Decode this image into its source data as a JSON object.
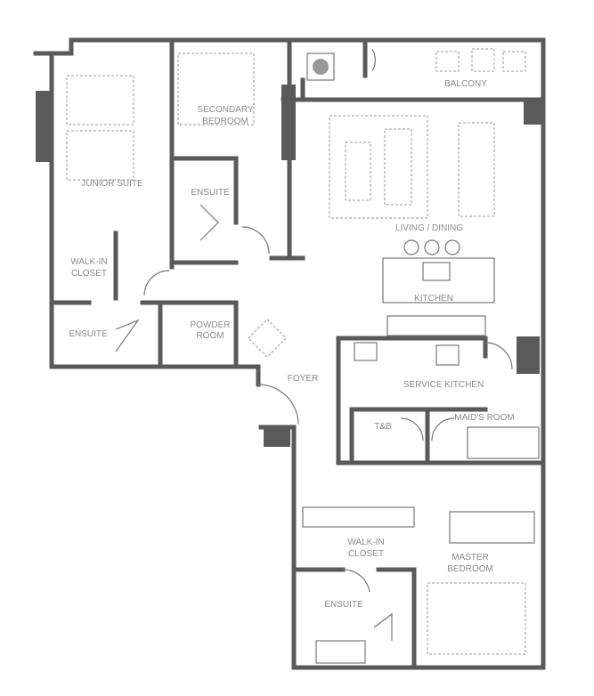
{
  "plan": {
    "rooms": {
      "junior_suite": "JUNIOR SUITE",
      "secondary_bedroom_1": "SECONDARY",
      "secondary_bedroom_2": "BEDROOM",
      "ensuite_secondary": "ENSUITE",
      "walk_in_closet_junior_1": "WALK-IN",
      "walk_in_closet_junior_2": "CLOSET",
      "ensuite_junior": "ENSUITE",
      "powder_room_1": "POWDER",
      "powder_room_2": "ROOM",
      "balcony": "BALCONY",
      "living_dining": "LIVING / DINING",
      "kitchen": "KITCHEN",
      "foyer": "FOYER",
      "service_kitchen": "SERVICE KITCHEN",
      "tnb": "T&B",
      "maids_room": "MAID'S ROOM",
      "walk_in_closet_master_1": "WALK-IN",
      "walk_in_closet_master_2": "CLOSET",
      "master_bedroom_1": "MASTER",
      "master_bedroom_2": "BEDROOM",
      "ensuite_master": "ENSUITE"
    },
    "colors": {
      "wall": "#5a5a5a",
      "label": "#8a8a8a"
    }
  }
}
